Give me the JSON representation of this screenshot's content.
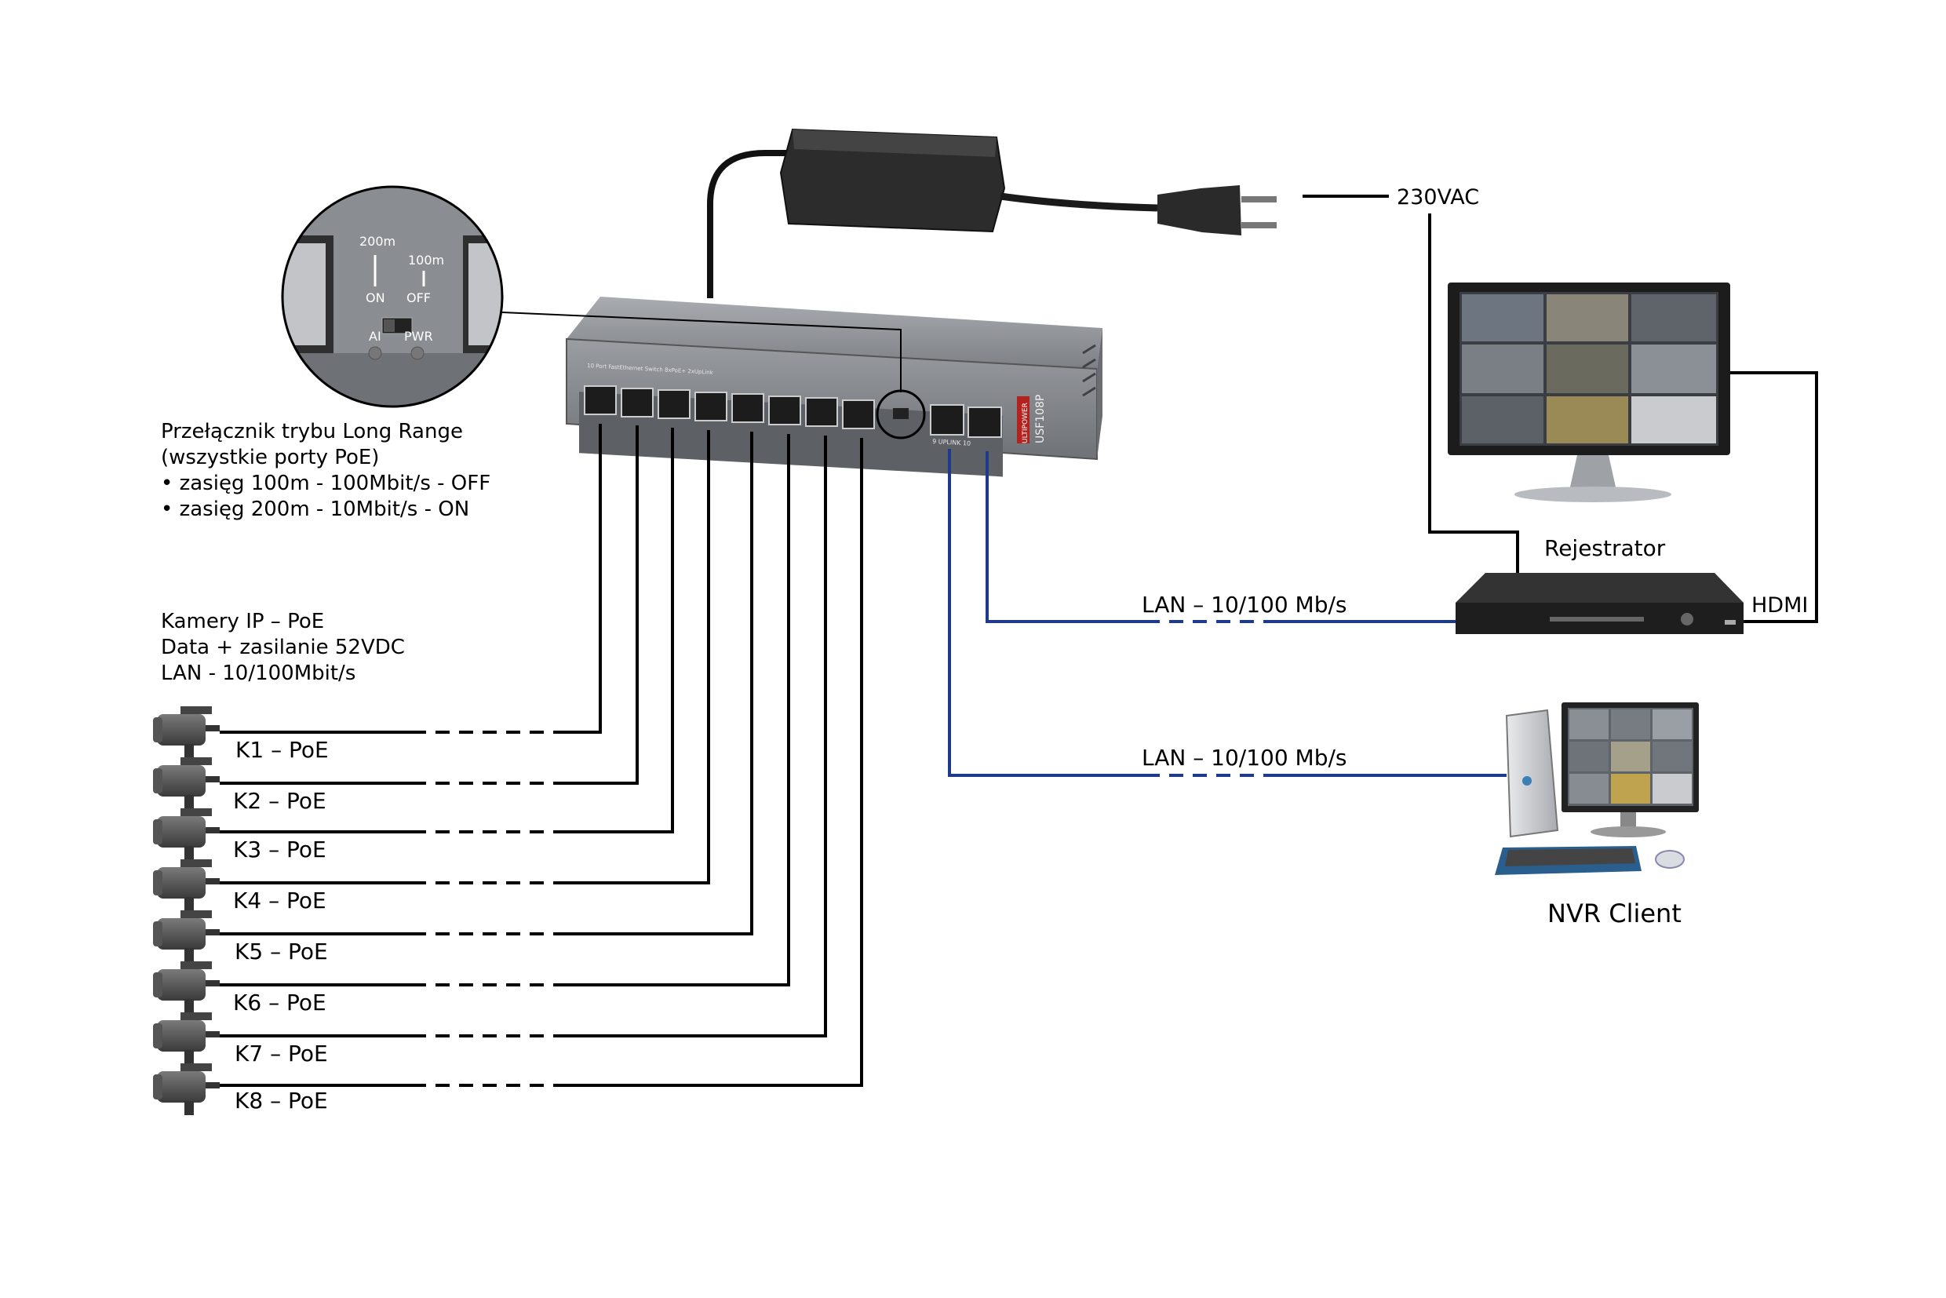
{
  "power": {
    "label": "230VAC"
  },
  "switch_zoom": {
    "label_200m": "200m",
    "label_100m": "100m",
    "label_on": "ON",
    "label_off": "OFF",
    "label_ai": "AI",
    "label_pwr": "PWR"
  },
  "switch": {
    "brand": "ULTIPOWER",
    "model": "USF108P",
    "front_caption": "10 Port FastEthernet Switch  8xPoE+ 2xUpLink",
    "uplink_caption": "9  UPLINK  10"
  },
  "long_range_note": [
    "Przełącznik trybu Long Range",
    "(wszystkie porty PoE)",
    "• zasięg 100m - 100Mbit/s - OFF",
    "• zasięg 200m - 10Mbit/s - ON"
  ],
  "cameras_note": [
    "Kamery IP – PoE",
    "Data + zasilanie 52VDC",
    "LAN - 10/100Mbit/s"
  ],
  "cameras": [
    {
      "label": "K1 – PoE"
    },
    {
      "label": "K2 – PoE"
    },
    {
      "label": "K3 – PoE"
    },
    {
      "label": "K4 – PoE"
    },
    {
      "label": "K5 – PoE"
    },
    {
      "label": "K6 – PoE"
    },
    {
      "label": "K7 – PoE"
    },
    {
      "label": "K8 – PoE"
    }
  ],
  "links": {
    "recorder_lan": "LAN – 10/100 Mb/s",
    "client_lan": "LAN – 10/100 Mb/s",
    "hdmi": "HDMI"
  },
  "recorder": {
    "label": "Rejestrator"
  },
  "nvr_client": {
    "label": "NVR Client"
  },
  "colors": {
    "camera_link": "#000000",
    "lan_link": "#1e3a8a",
    "device_dark": "#2b2b2b",
    "switch_body": "#8c8f94"
  }
}
